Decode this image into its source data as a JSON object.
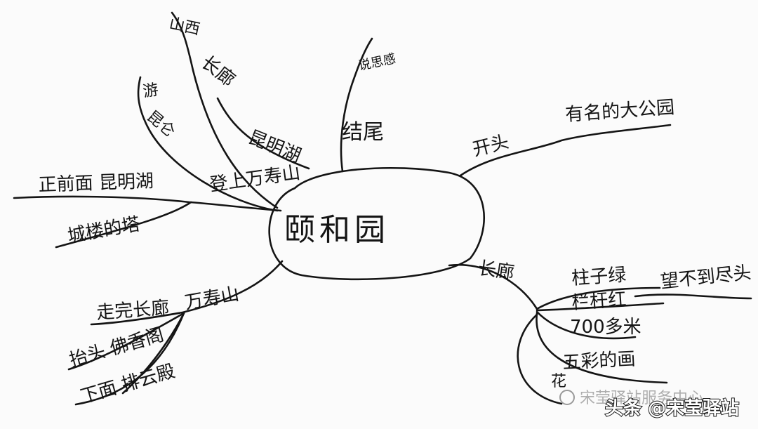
{
  "mindmap": {
    "center": "颐和园",
    "branches": {
      "top_left": {
        "labels": [
          "山西",
          "长廊",
          "昆明湖",
          "游",
          "昆仑",
          "登上万寿山"
        ],
        "sub_left": [
          "正前面 昆明湖",
          "城楼的塔"
        ]
      },
      "top": {
        "note": "说思感",
        "label": "结尾"
      },
      "right_top": {
        "label": "开头",
        "child": "有名的大公园"
      },
      "right_bottom": {
        "label": "长廊",
        "children": [
          "柱子绿",
          "栏杆红",
          "700多米",
          "五彩的画",
          "花"
        ],
        "extra": "望不到尽头"
      },
      "bottom_left": {
        "label": "万寿山",
        "children": [
          "走完长廊",
          "抬头 佛香阁",
          "下面 排云殿"
        ]
      }
    },
    "watermark": "宋莹驿站服务中心",
    "footer": "头条 @宋莹驿站"
  }
}
